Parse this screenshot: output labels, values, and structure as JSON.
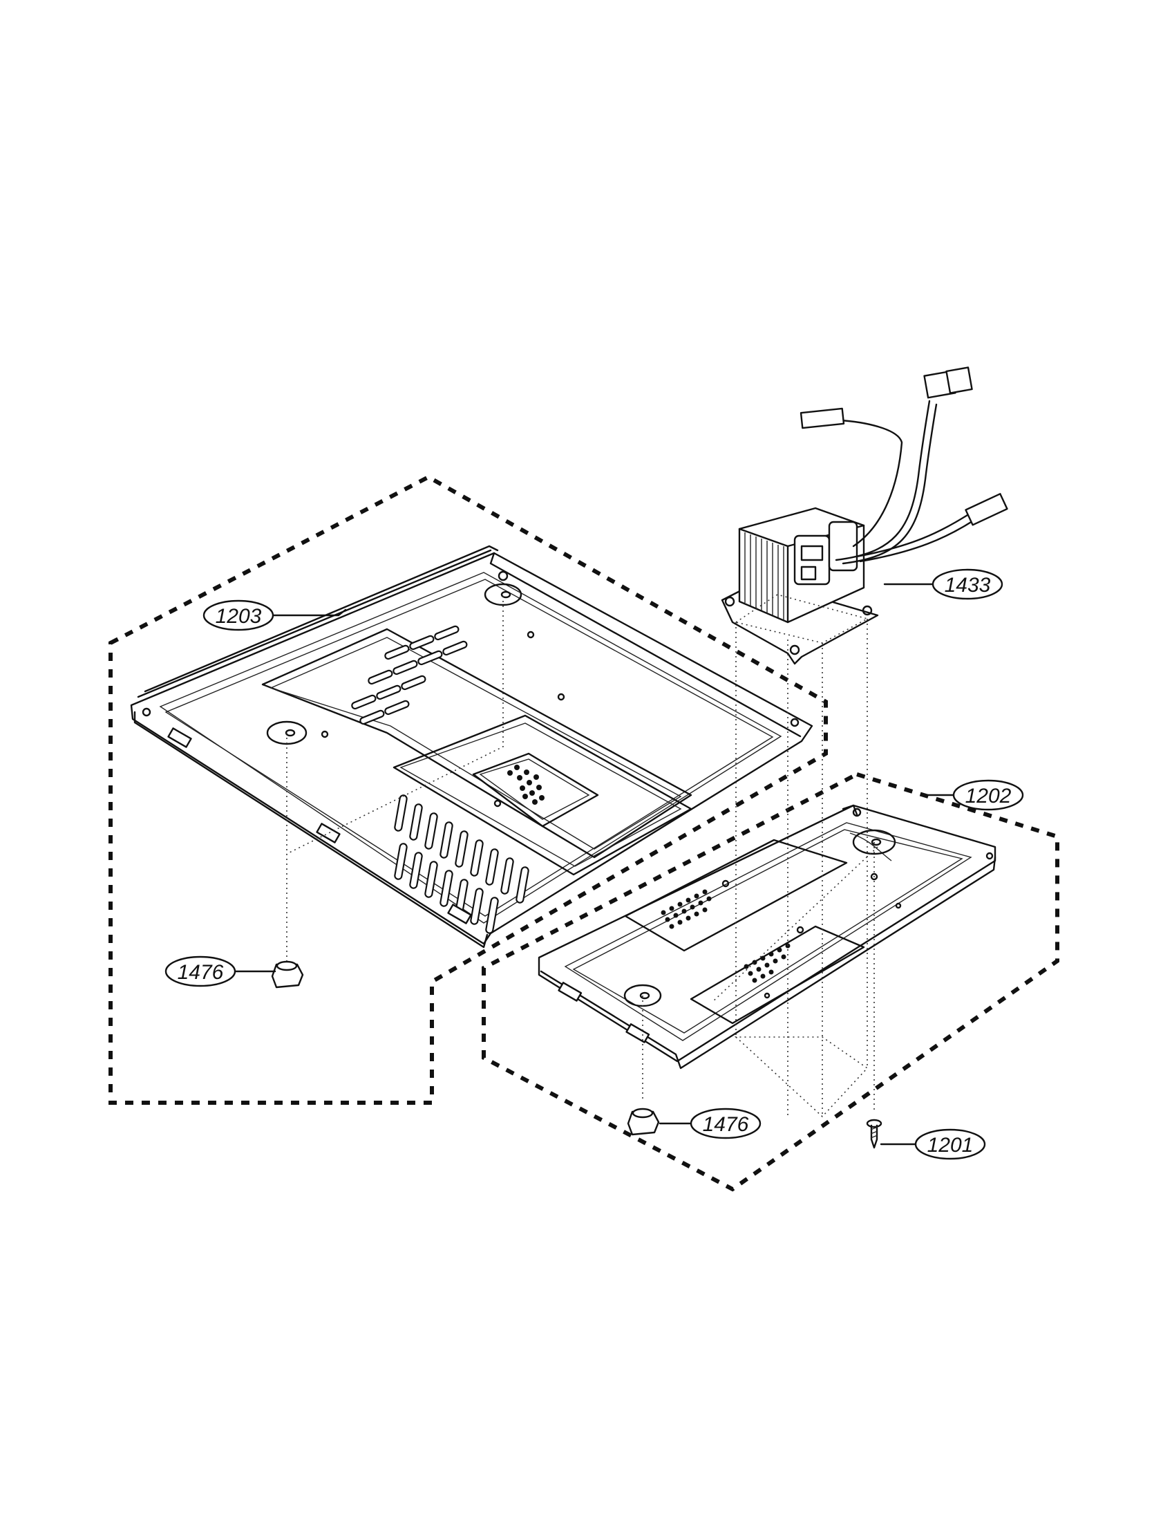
{
  "callouts": {
    "base_plate": "1203",
    "transformer": "1433",
    "base_plate_small": "1202",
    "foot_left": "1476",
    "foot_right": "1476",
    "screw": "1201"
  }
}
